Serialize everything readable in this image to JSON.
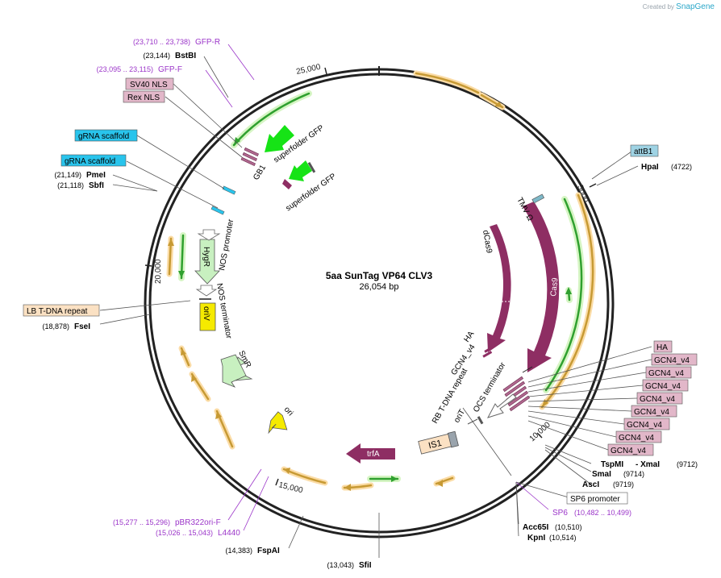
{
  "branding": {
    "created_by": "Created by",
    "product": "SnapGene"
  },
  "plasmid": {
    "name": "5aa SunTag VP64 CLV3",
    "length": "26,054 bp"
  },
  "ticks": {
    "t5000": "5000",
    "t10000": "10,000",
    "t15000": "15,000",
    "t20000": "20,000",
    "t25000": "25,000"
  },
  "features": {
    "dcas9": "dCas9",
    "cas9": "Cas9",
    "tmv": "TMV Ω",
    "ha": "HA",
    "gcn4": "GCN4_v4",
    "ocs": "OCS terminator",
    "rb": "RB T-DNA repeat",
    "orit": "oriT",
    "is1": "IS1",
    "trfa": "trfA",
    "ori": "ori",
    "smr": "SmR",
    "nos_term": "NOS terminator",
    "oriv": "oriV",
    "hygr": "HygR",
    "nos_prom": "NOS promoter",
    "gb1": "GB1",
    "sfgfp": "superfolder GFP"
  },
  "callouts": {
    "gfp_r": {
      "range": "(23,710 .. 23,738)",
      "name": "GFP-R"
    },
    "bstbi": {
      "pos": "(23,144)",
      "name": "BstBI"
    },
    "gfp_f": {
      "range": "(23,095 .. 23,115)",
      "name": "GFP-F"
    },
    "sv40": "SV40 NLS",
    "rex": "Rex NLS",
    "grna1": "gRNA scaffold",
    "grna2": "gRNA scaffold",
    "pmei": {
      "pos": "(21,149)",
      "name": "PmeI"
    },
    "sbfi": {
      "pos": "(21,118)",
      "name": "SbfI"
    },
    "lb": "LB T-DNA repeat",
    "fsei": {
      "pos": "(18,878)",
      "name": "FseI"
    },
    "pbr": {
      "range": "(15,277 .. 15,296)",
      "name": "pBR322ori-F"
    },
    "l4440": {
      "range": "(15,026 .. 15,043)",
      "name": "L4440"
    },
    "fspai": {
      "pos": "(14,383)",
      "name": "FspAI"
    },
    "sfii": {
      "pos": "(13,043)",
      "name": "SfiI"
    },
    "kpni": {
      "pos": "(10,514)",
      "name": "KpnI"
    },
    "acc65i": {
      "pos": "(10,510)",
      "name": "Acc65I"
    },
    "sp6": {
      "range": "(10,482 .. 10,499)",
      "name": "SP6"
    },
    "sp6prom": "SP6 promoter",
    "asci": {
      "pos": "(9719)",
      "name": "AscI"
    },
    "smai": {
      "pos": "(9714)",
      "name": "SmaI"
    },
    "tspmi": {
      "name": "TspMI",
      "name2": "- XmaI",
      "pos": "(9712)"
    },
    "ha_box": "HA",
    "gcn4_boxes": [
      "GCN4_v4",
      "GCN4_v4",
      "GCN4_v4",
      "GCN4_v4",
      "GCN4_v4",
      "GCN4_v4",
      "GCN4_v4",
      "GCN4_v4"
    ],
    "attb1": "attB1",
    "hpai": {
      "name": "HpaI",
      "pos": "(4722)"
    }
  },
  "colors": {
    "backbone": "#222222",
    "cds": "#8e2e63",
    "marker": "#c8f0c0",
    "primer": "#9b35c9",
    "rep_origin": "#f5ea00",
    "promoter": "#ffffff",
    "orf_arrow": "#c79a34",
    "orf_halo": "#fbdca6",
    "green_arrow": "#2fa02f",
    "green_halo": "#d6f5c4",
    "misc_pink": "#e2b7c9",
    "repeat_box": "#fbe1c3",
    "grna_box": "#29c4ec",
    "attb_box": "#9fd3e4",
    "sfgfp": "#16e316"
  }
}
